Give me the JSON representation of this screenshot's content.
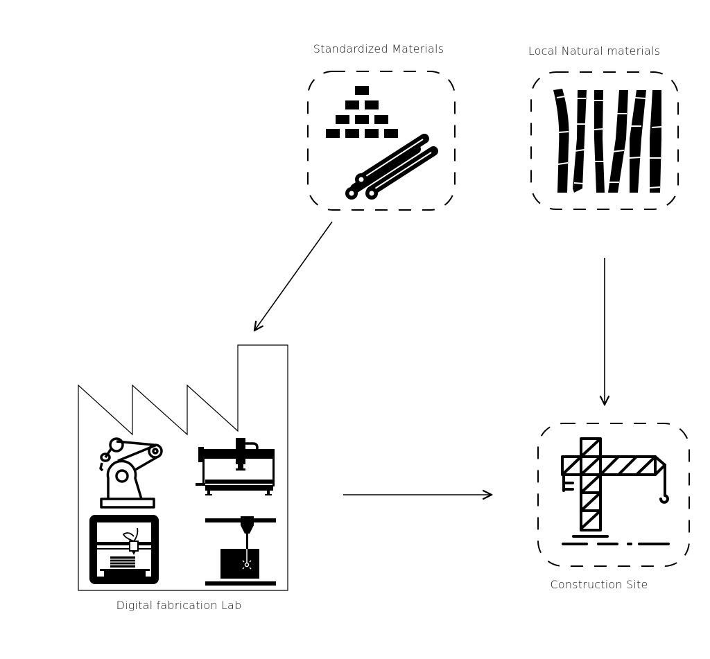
{
  "nodes": {
    "standardized": {
      "label": "Standardized Materials",
      "icon": "bricks-and-pipes-icon"
    },
    "natural": {
      "label": "Local Natural materials",
      "icon": "bamboo-icon"
    },
    "fablab": {
      "label": "Digital fabrication Lab",
      "icon": "factory-icon",
      "machines": [
        "robotic-arm-icon",
        "cnc-router-icon",
        "3d-printer-icon",
        "laser-cutter-icon"
      ]
    },
    "site": {
      "label": "Construction Site",
      "icon": "tower-crane-icon"
    }
  },
  "edges": [
    {
      "from": "Standardized Materials",
      "to": "Digital fabrication Lab"
    },
    {
      "from": "Local Natural materials",
      "to": "Construction Site"
    },
    {
      "from": "Digital fabrication Lab",
      "to": "Construction Site"
    }
  ],
  "colors": {
    "stroke": "#000000",
    "background": "#ffffff"
  }
}
